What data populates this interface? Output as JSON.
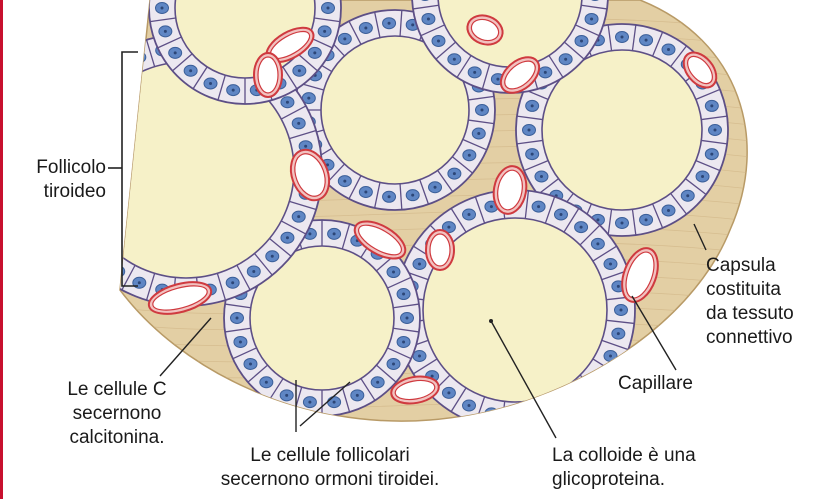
{
  "labels": {
    "follicle": [
      "Follicolo",
      "tiroideo"
    ],
    "capsule": [
      "Capsula",
      "costituita",
      "da tessuto",
      "connettivo"
    ],
    "capillary": "Capillare",
    "c_cells": [
      "Le cellule C",
      "secernono",
      "calcitonina."
    ],
    "follicular_cells": [
      "Le cellule follicolari",
      "secernono ormoni tiroidei."
    ],
    "colloid": [
      "La colloide è una",
      "glicoproteina."
    ]
  },
  "colors": {
    "border_accent": "#c8102e",
    "connective_tissue": "#e3cfa4",
    "colloid": "#f6f1c8",
    "cell_fill": "#ece8f0",
    "cell_outline": "#5d4f86",
    "nucleus": "#5f86c4",
    "capillary_wall": "#cf3a3f"
  }
}
